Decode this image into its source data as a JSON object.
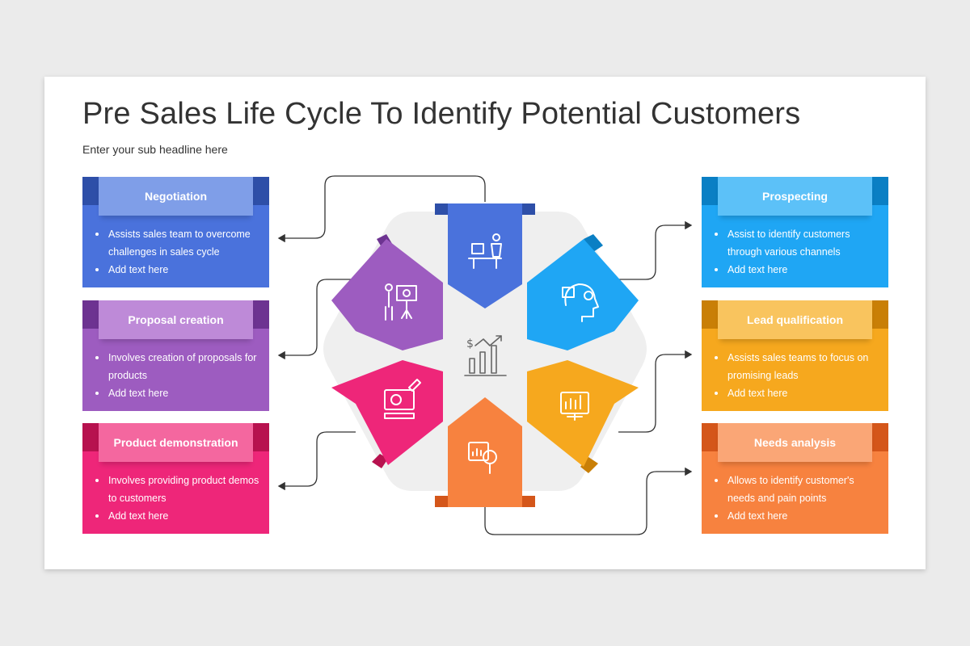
{
  "title": "Pre Sales Life Cycle To Identify Potential Customers",
  "subtitle": "Enter your sub headline here",
  "colors": {
    "blue": "#4a72dc",
    "purple": "#9d5cc0",
    "pink": "#ee2679",
    "cyan": "#1fa6f4",
    "yellow": "#f6a81e",
    "orange": "#f7823f"
  },
  "stages": [
    {
      "title": "Negotiation",
      "bullets": [
        "Assists sales team to overcome challenges in sales cycle",
        "Add text here"
      ],
      "color": "#4a72dc",
      "icon": "presenter-at-desk-icon"
    },
    {
      "title": "Proposal creation",
      "bullets": [
        "Involves creation of proposals for products",
        "Add text here"
      ],
      "color": "#9d5cc0",
      "icon": "presentation-board-icon"
    },
    {
      "title": "Product demonstration",
      "bullets": [
        "Involves providing product demos to customers",
        "Add text here"
      ],
      "color": "#ee2679",
      "icon": "product-demo-screen-icon"
    },
    {
      "title": "Prospecting",
      "bullets": [
        "Assist to identify customers through various channels",
        "Add text here"
      ],
      "color": "#1fa6f4",
      "icon": "customer-thinking-icon"
    },
    {
      "title": "Lead qualification",
      "bullets": [
        "Assists sales teams to focus on promising leads",
        "Add text here"
      ],
      "color": "#f6a81e",
      "icon": "lead-dashboard-icon"
    },
    {
      "title": "Needs analysis",
      "bullets": [
        "Allows to identify customer's needs and pain points",
        "Add text here"
      ],
      "color": "#f7823f",
      "icon": "analysis-magnifier-icon"
    }
  ],
  "center_icon": "sales-growth-chart-icon"
}
